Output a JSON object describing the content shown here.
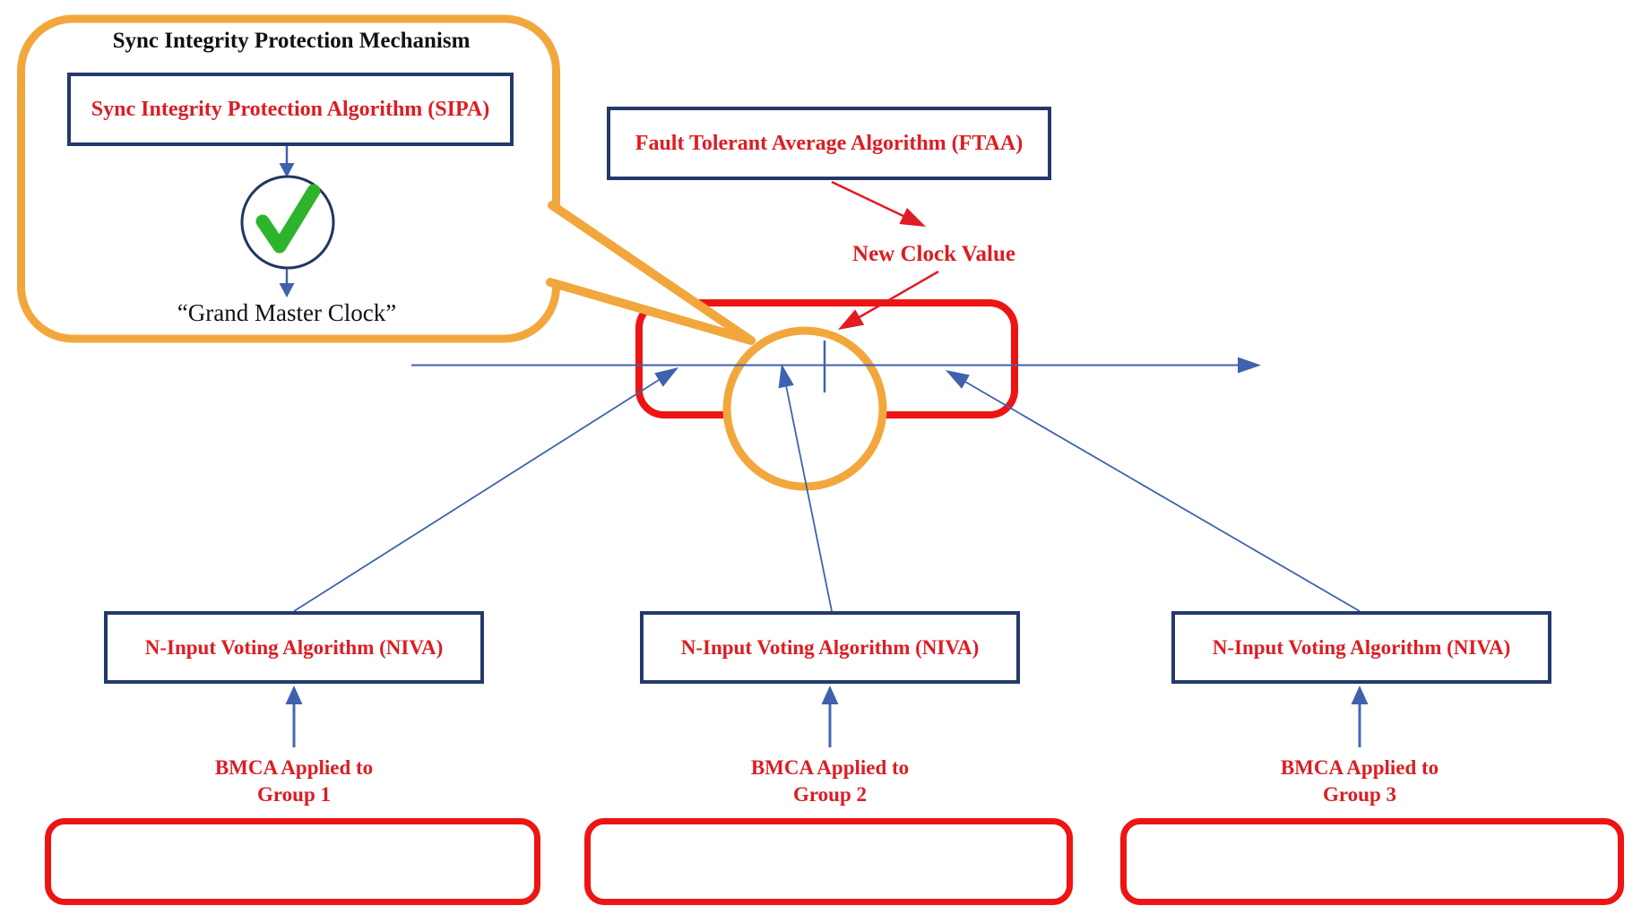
{
  "callout": {
    "title": "Sync Integrity Protection Mechanism",
    "sipa_label": "Sync Integrity Protection Algorithm (SIPA)",
    "check_icon": "green-checkmark",
    "result_label": "“Grand Master Clock”"
  },
  "ftaa": {
    "label": "Fault Tolerant Average Algorithm (FTAA)",
    "output_label": "New Clock Value"
  },
  "niva": [
    {
      "label": "N-Input Voting Algorithm (NIVA)",
      "input_line1": "BMCA Applied to",
      "input_line2": "Group 1"
    },
    {
      "label": "N-Input Voting Algorithm (NIVA)",
      "input_line1": "BMCA Applied to",
      "input_line2": "Group 2"
    },
    {
      "label": "N-Input Voting Algorithm (NIVA)",
      "input_line1": "BMCA Applied to",
      "input_line2": "Group 3"
    }
  ],
  "group_slots": [
    "group-1-slot",
    "group-2-slot",
    "group-3-slot"
  ],
  "colors": {
    "accent_orange": "#f2a73d",
    "shape_red": "#ee1414",
    "text_red": "#dc1d23",
    "navy_border": "#24396b",
    "line_blue": "#3e62ad",
    "check_green": "#2eb42c"
  }
}
